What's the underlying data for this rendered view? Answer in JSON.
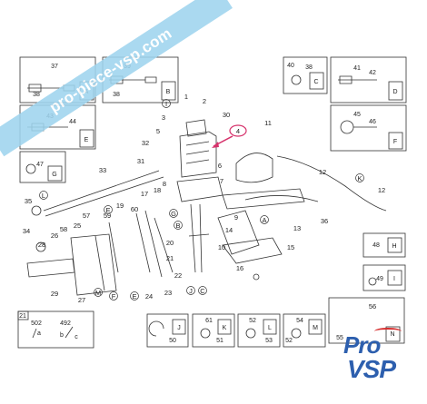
{
  "watermark": {
    "text": "pro-piece-vsp.com"
  },
  "logo": {
    "line1": "Pro",
    "line2": "VSP"
  },
  "callouts": [
    "1",
    "2",
    "3",
    "4",
    "5",
    "6",
    "7",
    "8",
    "9",
    "10",
    "11",
    "12",
    "13",
    "14",
    "15",
    "16",
    "17",
    "18",
    "19",
    "20",
    "21",
    "22",
    "23",
    "24",
    "25",
    "26",
    "27",
    "28",
    "29",
    "30",
    "31",
    "32",
    "33",
    "34",
    "35",
    "36",
    "56",
    "57",
    "58",
    "59",
    "60"
  ],
  "letter_callouts": [
    "I",
    "J",
    "K",
    "L",
    "E",
    "C",
    "G",
    "B",
    "A",
    "D",
    "F",
    "H",
    "M",
    "N"
  ],
  "boxes": {
    "A": {
      "letter": "A",
      "parts": [
        "37",
        "38"
      ]
    },
    "B": {
      "letter": "B",
      "parts": [
        "39",
        "38"
      ]
    },
    "C": {
      "letter": "C",
      "parts": [
        "40",
        "38"
      ]
    },
    "D": {
      "letter": "D",
      "parts": [
        "41",
        "42"
      ]
    },
    "E": {
      "letter": "E",
      "parts": [
        "43",
        "44"
      ]
    },
    "F": {
      "letter": "F",
      "parts": [
        "45",
        "46"
      ]
    },
    "G": {
      "letter": "G",
      "parts": [
        "47"
      ]
    },
    "H": {
      "letter": "H",
      "parts": [
        "48"
      ]
    },
    "I": {
      "letter": "I",
      "parts": [
        "49"
      ]
    },
    "J": {
      "letter": "J",
      "parts": [
        "50"
      ]
    },
    "K": {
      "letter": "K",
      "parts": [
        "61",
        "51"
      ]
    },
    "L": {
      "letter": "L",
      "parts": [
        "52",
        "53"
      ]
    },
    "M": {
      "letter": "M",
      "parts": [
        "54",
        "52"
      ]
    },
    "N": {
      "letter": "N",
      "parts": [
        "55"
      ]
    }
  },
  "box21": {
    "title": "21",
    "values": [
      "502",
      "492"
    ],
    "letters": [
      "a",
      "b",
      "c"
    ]
  },
  "highlight": {
    "label": "4",
    "color": "#d6336c"
  },
  "colors": {
    "watermark": "#9fd4ee",
    "logo_blue": "#2d5fae",
    "logo_red": "#d62b2b",
    "highlight": "#d6336c"
  }
}
